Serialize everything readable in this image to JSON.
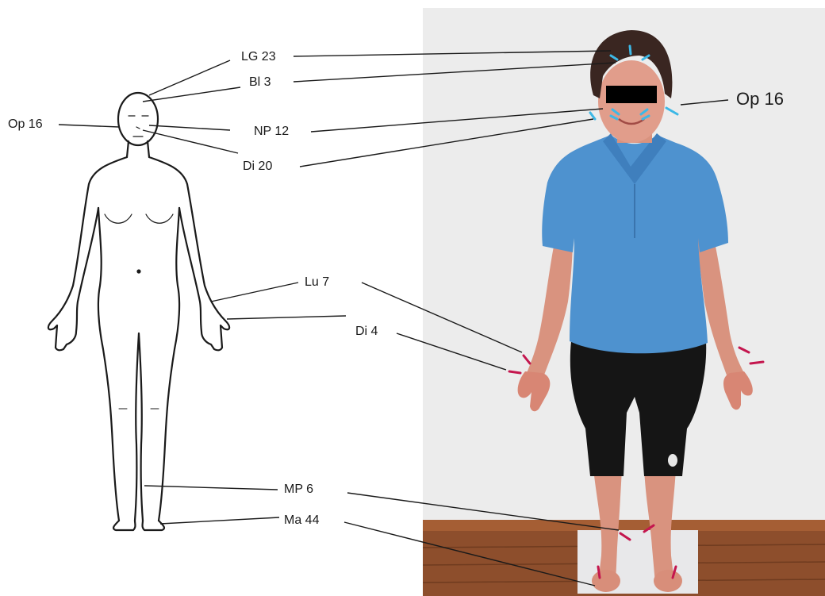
{
  "labels": {
    "lg23": "LG 23",
    "bl3": "Bl 3",
    "op16_left": "Op 16",
    "np12": "NP 12",
    "di20": "Di 20",
    "lu7": "Lu 7",
    "di4": "Di 4",
    "mp6": "MP 6",
    "ma44": "Ma 44",
    "op16_right": "Op 16"
  },
  "colors": {
    "line": "#1a1a1a",
    "head_marks": "#3db8e6",
    "limb_marks": "#c4164e",
    "shirt": "#4f94d0",
    "wall": "#eeeeee",
    "floor": "#9c5a36",
    "hair": "#3a2621",
    "skin": "#dc9a8a",
    "leggings": "#141414"
  }
}
